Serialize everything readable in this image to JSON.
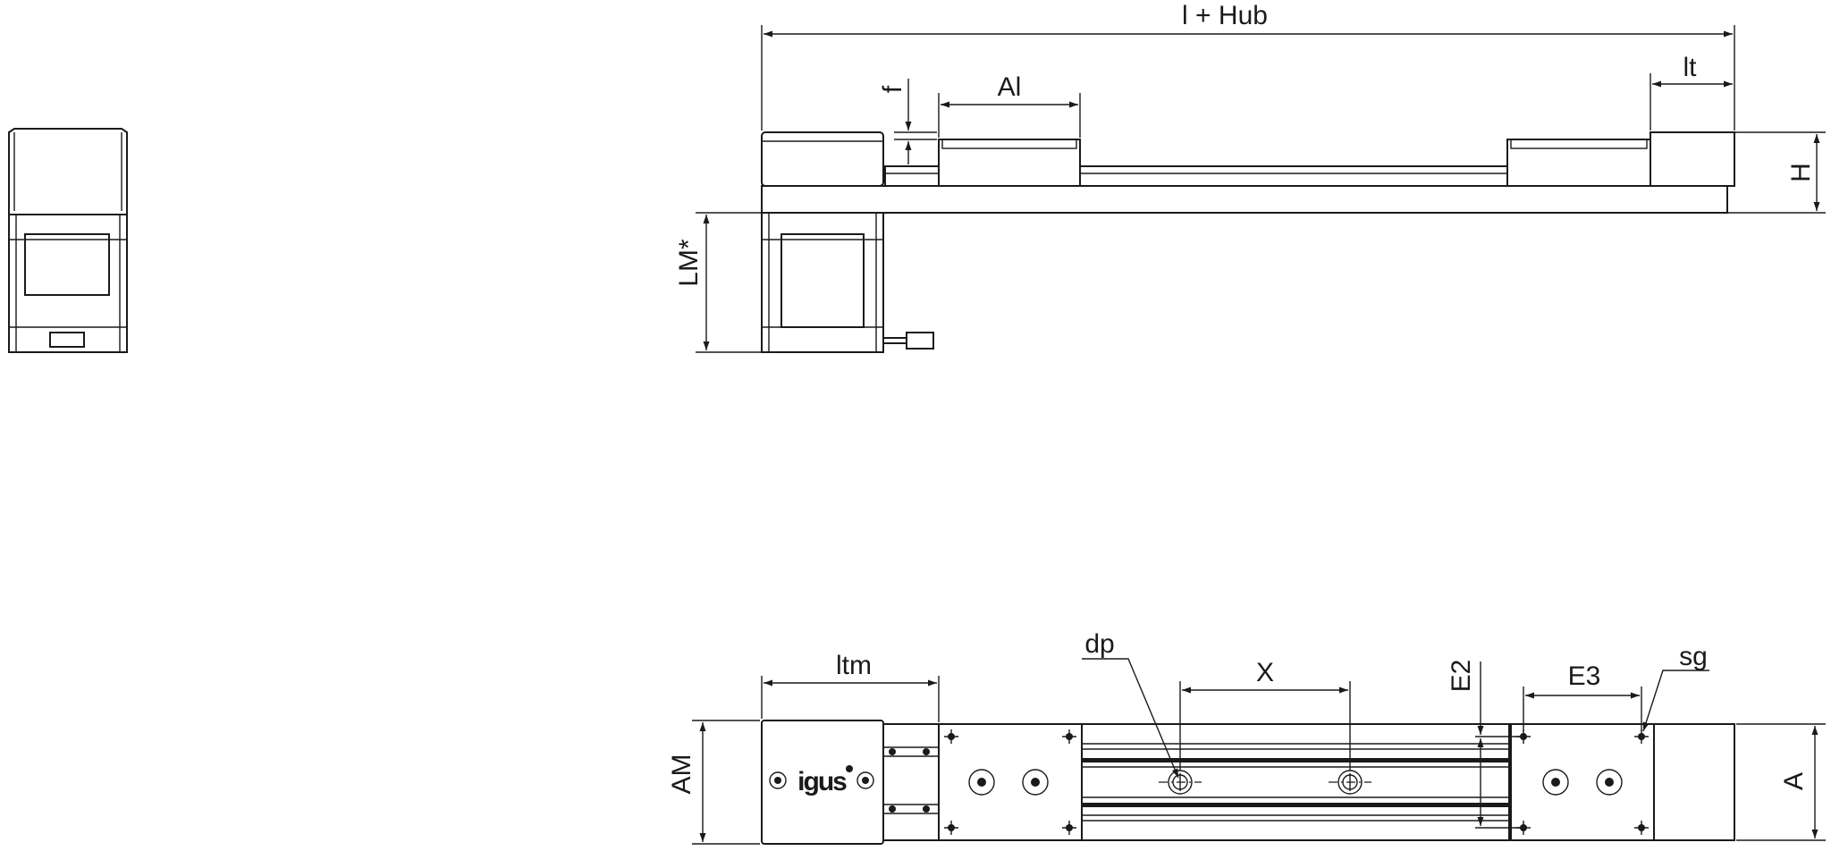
{
  "dimensions": {
    "overall_length": "l + Hub",
    "carriage_length": "Al",
    "end_length": "lt",
    "height": "H",
    "offset_f": "f",
    "motor_length": "LM*",
    "motor_block_length": "ltm",
    "pin_diameter": "dp",
    "pin_spacing": "X",
    "hole_spacing_e2": "E2",
    "hole_spacing_e3": "E3",
    "thread": "sg",
    "motor_width": "AM",
    "width": "A"
  },
  "branding": {
    "logo_text": "igus"
  },
  "colors": {
    "line": "#1a1a1a",
    "background": "#ffffff"
  }
}
